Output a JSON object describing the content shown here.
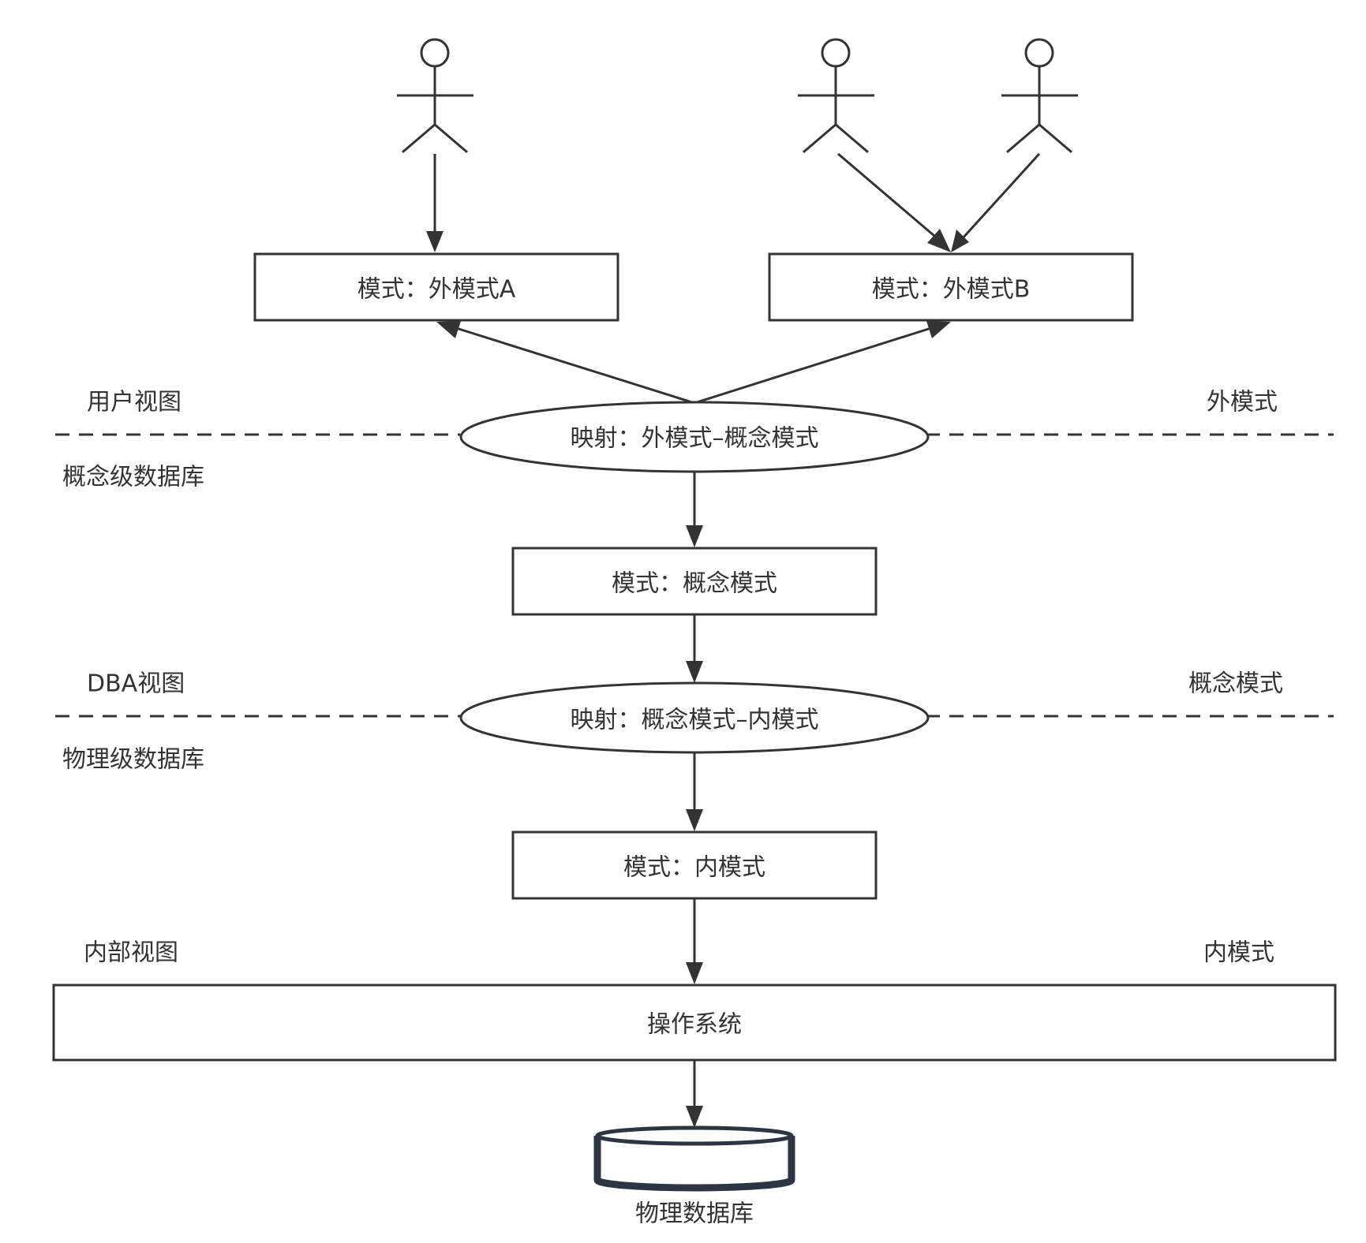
{
  "diagram": {
    "nodes": {
      "external_a": "模式：外模式A",
      "external_b": "模式：外模式B",
      "map_external_conceptual": "映射：外模式–概念模式",
      "conceptual": "模式：概念模式",
      "map_conceptual_internal": "映射：概念模式–内模式",
      "internal": "模式：内模式",
      "os": "操作系统",
      "physical_db": "物理数据库"
    },
    "side_labels": {
      "user_view": "用户视图",
      "external_schema": "外模式",
      "conceptual_db": "概念级数据库",
      "dba_view": "DBA视图",
      "conceptual_schema": "概念模式",
      "physical_level_db": "物理级数据库",
      "internal_view": "内部视图",
      "internal_schema": "内模式"
    },
    "icons": {
      "actor": "person-icon",
      "database": "database-cylinder-icon"
    },
    "colors": {
      "stroke": "#333333",
      "text": "#333333",
      "background": "#ffffff"
    }
  }
}
